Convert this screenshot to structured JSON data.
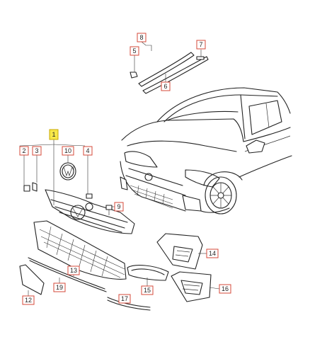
{
  "labels": [
    {
      "id": "1",
      "text": "1",
      "highlight": true
    },
    {
      "id": "2",
      "text": "2"
    },
    {
      "id": "3",
      "text": "3"
    },
    {
      "id": "4",
      "text": "4"
    },
    {
      "id": "5",
      "text": "5"
    },
    {
      "id": "6",
      "text": "6"
    },
    {
      "id": "7",
      "text": "7"
    },
    {
      "id": "8",
      "text": "8"
    },
    {
      "id": "9",
      "text": "9"
    },
    {
      "id": "10",
      "text": "10"
    },
    {
      "id": "12",
      "text": "12"
    },
    {
      "id": "13",
      "text": "13"
    },
    {
      "id": "14",
      "text": "14"
    },
    {
      "id": "15",
      "text": "15"
    },
    {
      "id": "16",
      "text": "16"
    },
    {
      "id": "17",
      "text": "17"
    },
    {
      "id": "19",
      "text": "19"
    }
  ],
  "colors": {
    "label_border": "#d6483a",
    "highlight_fill": "#f7e84a",
    "line": "#222222"
  }
}
